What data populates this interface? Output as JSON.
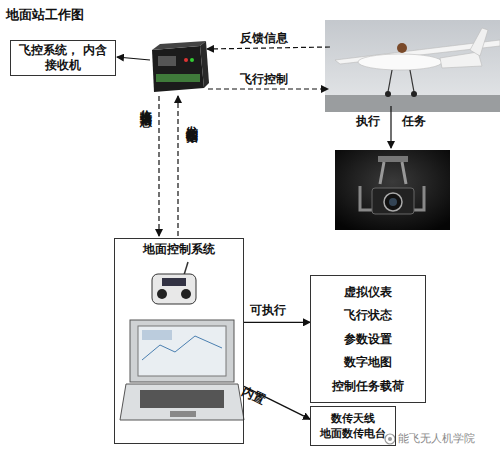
{
  "diagram": {
    "title": "地面站工作图",
    "nodes": [
      {
        "text": [
          "飞控系统， 内含接收机"
        ]
      },
      {
        "text": [
          "地面控制系统"
        ]
      },
      {
        "text": [
          "虚拟仪表",
          "飞行状态",
          "参数设置",
          "数字地图",
          "控制任务载荷"
        ]
      },
      {
        "text": [
          "数传天线",
          "地面数传电台"
        ]
      }
    ],
    "edges": [
      {
        "from": 1,
        "to": 2,
        "label": "可执行",
        "arrow": "to"
      },
      {
        "from": 1,
        "to": 3,
        "label": "内置",
        "arrow": "to"
      }
    ],
    "labels": [
      "反馈信息",
      "飞行控制",
      "执行 任务",
      "接收火场信息",
      "发送控制指令",
      "能飞无人机学院"
    ]
  }
}
